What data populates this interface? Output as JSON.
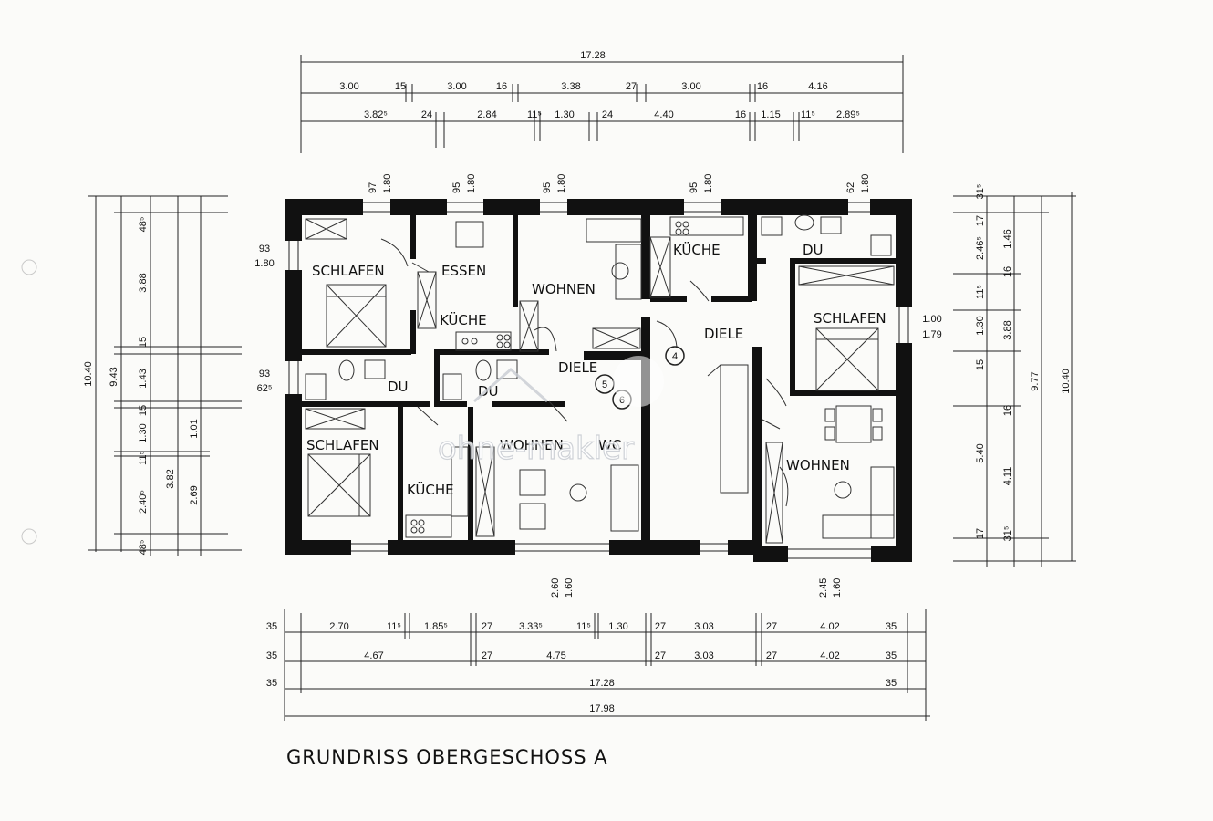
{
  "title": "GRUNDRISS OBERGESCHOSS  A",
  "watermark": "ohne-makler",
  "rooms": {
    "schlafen_tl": "SCHLAFEN",
    "essen": "ESSEN",
    "wohnen_top": "WOHNEN",
    "kueche_top": "KÜCHE",
    "kueche_right": "KÜCHE",
    "du_top_right": "DU",
    "diele_right": "DIELE",
    "schlafen_right": "SCHLAFEN",
    "du_left": "DU",
    "du_mid": "DU",
    "diele_mid": "DIELE",
    "schlafen_bl": "SCHLAFEN",
    "wohnen_bottom": "WOHNEN",
    "kueche_bottom": "KÜCHE",
    "wc": "WC",
    "wohnen_right": "WOHNEN"
  },
  "markers": {
    "m4": "4",
    "m5": "5",
    "m6": "6"
  },
  "dims_top": {
    "total": "17.28",
    "r1": [
      "3.00",
      "15",
      "3.00",
      "16",
      "3.38",
      "27",
      "3.00",
      "16",
      "4.16"
    ],
    "r2": [
      "3.82⁵",
      "24",
      "2.84",
      "11⁵",
      "1.30",
      "24",
      "4.40",
      "16",
      "1.15",
      "11⁵",
      "2.89⁵"
    ]
  },
  "dims_bottom": {
    "r1": [
      "35",
      "2.70",
      "11⁵",
      "1.85⁵",
      "27",
      "3.33⁵",
      "11⁵",
      "1.30",
      "27",
      "3.03",
      "27",
      "4.02",
      "35"
    ],
    "r2": [
      "35",
      "4.67",
      "27",
      "4.75",
      "27",
      "3.03",
      "27",
      "4.02",
      "35"
    ],
    "r3": [
      "35",
      "17.28",
      "35"
    ],
    "total": "17.98"
  },
  "dims_left": {
    "total": "10.40",
    "c1": "9.43",
    "vals": [
      "48⁵",
      "3.88",
      "15",
      "1.43",
      "15",
      "1.30",
      "11⁵",
      "2.40⁵",
      "48⁵",
      "3.82",
      "2.69",
      "1.01"
    ]
  },
  "dims_right": {
    "total": "10.40",
    "c1": "9.77",
    "vals": [
      "31⁵",
      "17",
      "2.46⁵",
      "1.46",
      "16",
      "11⁵",
      "1.30",
      "3.88",
      "15",
      "16",
      "5.40",
      "4.11",
      "17",
      "31⁵"
    ]
  },
  "windows": {
    "w1": "97",
    "w1b": "1.80",
    "w2": "95",
    "w2b": "1.80",
    "w3": "95",
    "w3b": "1.80",
    "w4": "95",
    "w4b": "1.80",
    "w5": "62",
    "w5b": "1.80",
    "wl1": "93",
    "wl1b": "1.80",
    "wl2": "93",
    "wl2b": "62⁵",
    "wr1": "1.00",
    "wr1b": "1.79",
    "wb1": "2.60",
    "wb1b": "1.60",
    "wb2": "2.45",
    "wb2b": "1.60"
  }
}
